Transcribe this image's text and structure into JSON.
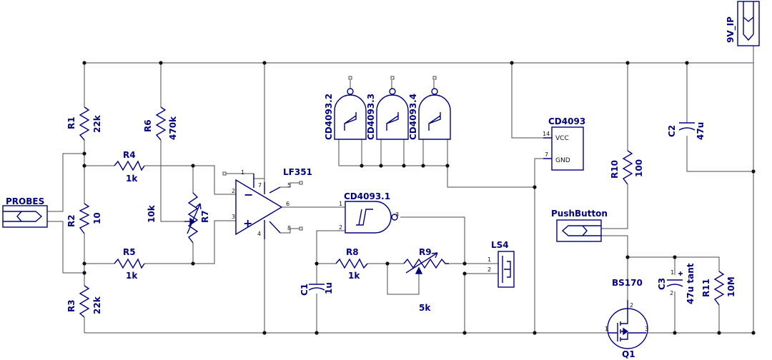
{
  "components": {
    "probes": "PROBES",
    "r1": {
      "ref": "R1",
      "value": "22k"
    },
    "r2": {
      "ref": "R2",
      "value": "10"
    },
    "r3": {
      "ref": "R3",
      "value": "22k"
    },
    "r4": {
      "ref": "R4",
      "value": "1k"
    },
    "r5": {
      "ref": "R5",
      "value": "1k"
    },
    "r6": {
      "ref": "R6",
      "value": "470k"
    },
    "r7": {
      "ref": "R7",
      "value": "10k"
    },
    "r8": {
      "ref": "R8",
      "value": "1k"
    },
    "r9": {
      "ref": "R9",
      "value": "5k"
    },
    "r10": {
      "ref": "R10",
      "value": "100"
    },
    "r11": {
      "ref": "R11",
      "value": "10M"
    },
    "opamp": "LF351",
    "gate_1": "CD4093.1",
    "gate_2": "CD4093.2",
    "gate_3": "CD4093.3",
    "gate_4": "CD4093.4",
    "ic_power": {
      "name": "CD4093",
      "vcc": "VCC",
      "gnd": "GND"
    },
    "c1": {
      "ref": "C1",
      "value": "1u"
    },
    "c2": {
      "ref": "C2",
      "value": "47u"
    },
    "c3": {
      "ref": "C3",
      "value": "47u tant"
    },
    "ls4": "LS4",
    "pushbutton": "PushButton",
    "q1": {
      "ref": "Q1",
      "part": "BS170"
    },
    "battery": "9V_IP"
  },
  "pins": {
    "opamp": [
      "1",
      "2",
      "3",
      "4",
      "5",
      "6",
      "7",
      "8"
    ],
    "gate_1": [
      "1",
      "2",
      "3"
    ],
    "ic_power": [
      "14",
      "7"
    ],
    "ls4": [
      "1",
      "2"
    ],
    "q1": [
      "1",
      "2",
      "3"
    ],
    "c3": [
      "1",
      "2"
    ]
  },
  "colors": {
    "component": "#000080",
    "wire": "#4a4a4a",
    "junction": "#111111"
  }
}
